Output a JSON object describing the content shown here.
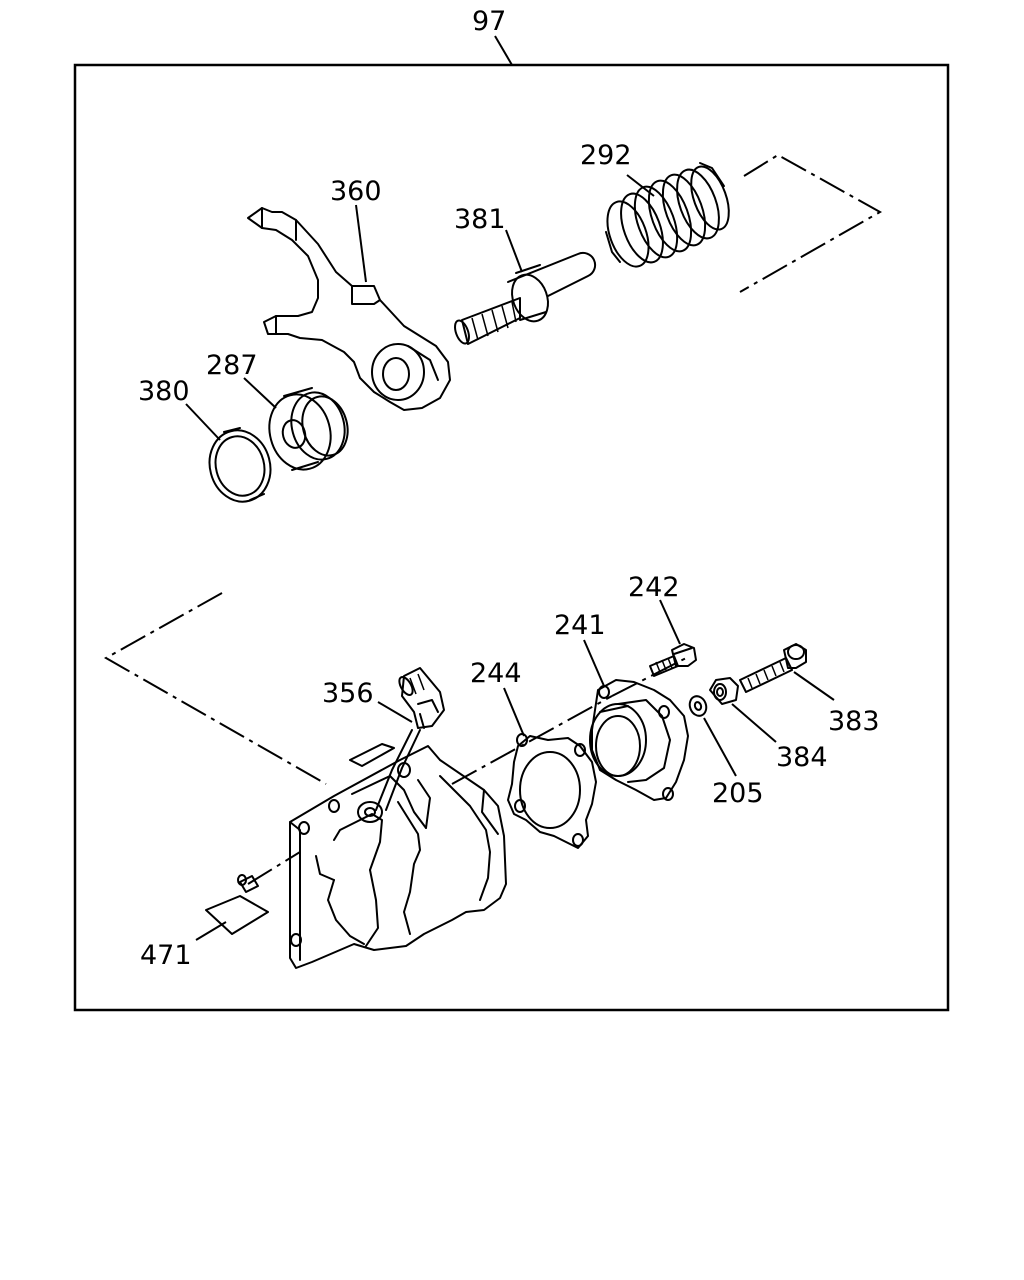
{
  "diagram": {
    "assembly_label": "97",
    "labels": {
      "p292": "292",
      "p360": "360",
      "p381": "381",
      "p287": "287",
      "p380": "380",
      "p242": "242",
      "p241": "241",
      "p244": "244",
      "p356": "356",
      "p383": "383",
      "p384": "384",
      "p205": "205",
      "p471": "471"
    }
  }
}
